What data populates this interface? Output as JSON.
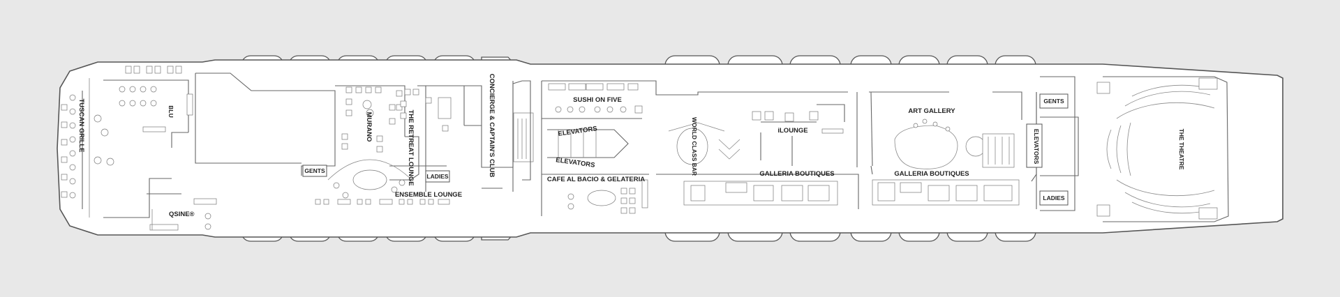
{
  "deck_plan": {
    "labels": {
      "tuscan_grille": "TUSCAN GRILLE",
      "blu": "BLU",
      "qsine": "QSINE®",
      "murano": "MURANO",
      "the_retreat_lounge": "THE RETREAT LOUNGE",
      "gents_fwd": "GENTS",
      "ladies_fwd": "LADIES",
      "ensemble_lounge": "ENSEMBLE LOUNGE",
      "concierge_captains_club": "CONCIERGE & CAPTAIN'S CLUB",
      "sushi_on_five": "SUSHI ON FIVE",
      "elevators_upper": "ELEVATORS",
      "elevators_lower": "ELEVATORS",
      "cafe_al_bacio": "CAFE AL BACIO & GELATERIA",
      "world_class_bar": "WORLD CLASS BAR",
      "ilounge": "iLOUNGE",
      "galleria_boutiques_1": "GALLERIA BOUTIQUES",
      "galleria_boutiques_2": "GALLERIA BOUTIQUES",
      "art_gallery": "ART GALLERY",
      "elevators_aft": "ELEVATORS",
      "gents_aft": "GENTS",
      "ladies_aft": "LADIES",
      "the_theatre": "THE THEATRE"
    }
  }
}
